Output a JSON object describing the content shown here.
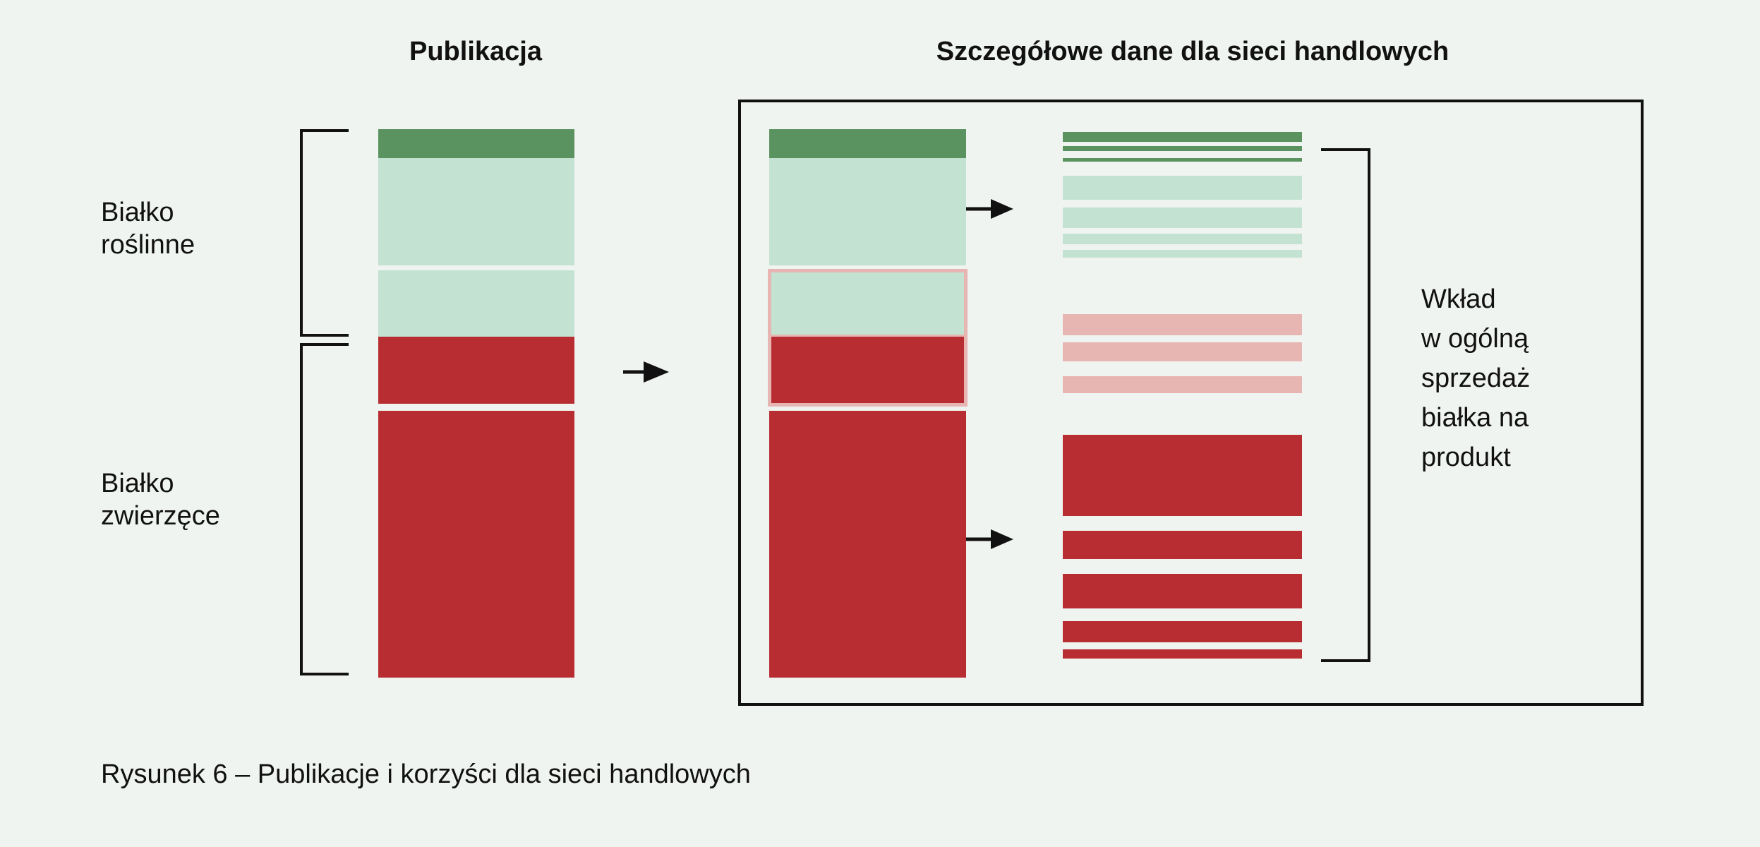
{
  "titles": {
    "left": "Publikacja",
    "right": "Szczegółowe dane dla sieci handlowych"
  },
  "labels": {
    "plant": "Białko\nroślinne",
    "animal": "Białko\nzwierzęce",
    "contribution": "Wkład\nw ogólną\nsprzedaż\nbiałka na\nprodukt"
  },
  "caption": "Rysunek 6 – Publikacje i korzyści dla sieci handlowych",
  "colors": {
    "dark_green": "#5b9360",
    "light_green": "#c3e2d1",
    "red": "#b72d31",
    "pink": "#e7b5b2",
    "background": "#f0f4f0"
  },
  "icons": [
    "arrow-right-icon",
    "bracket-icon"
  ]
}
